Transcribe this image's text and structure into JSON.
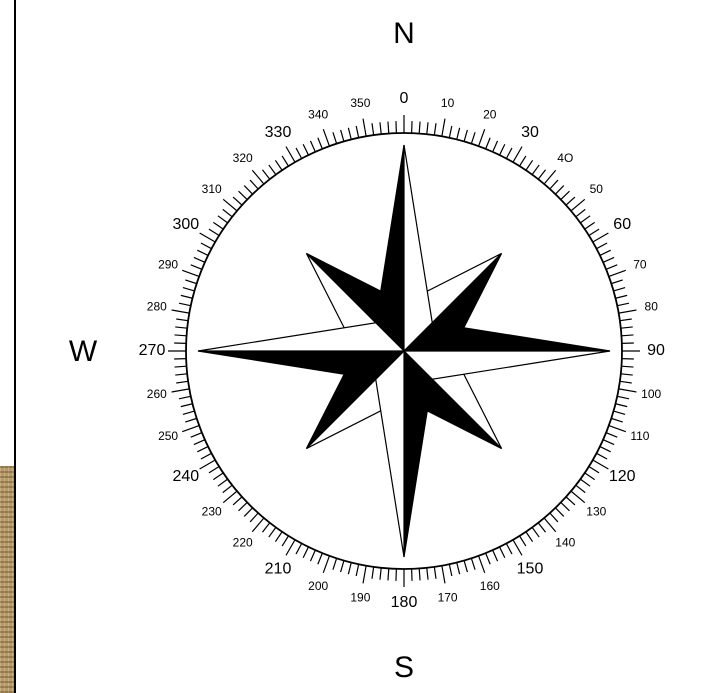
{
  "compass": {
    "cardinals": {
      "north": "N",
      "south": "S",
      "east": "",
      "west": "W"
    },
    "degree_labels": [
      {
        "deg": 0,
        "text": "0"
      },
      {
        "deg": 10,
        "text": "10"
      },
      {
        "deg": 20,
        "text": "20"
      },
      {
        "deg": 30,
        "text": "30"
      },
      {
        "deg": 40,
        "text": "4O"
      },
      {
        "deg": 50,
        "text": "50"
      },
      {
        "deg": 60,
        "text": "60"
      },
      {
        "deg": 70,
        "text": "70"
      },
      {
        "deg": 80,
        "text": "80"
      },
      {
        "deg": 90,
        "text": "90"
      },
      {
        "deg": 100,
        "text": "100"
      },
      {
        "deg": 110,
        "text": "110"
      },
      {
        "deg": 120,
        "text": "120"
      },
      {
        "deg": 130,
        "text": "130"
      },
      {
        "deg": 140,
        "text": "140"
      },
      {
        "deg": 150,
        "text": "150"
      },
      {
        "deg": 160,
        "text": "160"
      },
      {
        "deg": 170,
        "text": "170"
      },
      {
        "deg": 180,
        "text": "180"
      },
      {
        "deg": 190,
        "text": "190"
      },
      {
        "deg": 200,
        "text": "200"
      },
      {
        "deg": 210,
        "text": "210"
      },
      {
        "deg": 220,
        "text": "220"
      },
      {
        "deg": 230,
        "text": "230"
      },
      {
        "deg": 240,
        "text": "240"
      },
      {
        "deg": 250,
        "text": "250"
      },
      {
        "deg": 260,
        "text": "260"
      },
      {
        "deg": 270,
        "text": "270"
      },
      {
        "deg": 280,
        "text": "280"
      },
      {
        "deg": 290,
        "text": "290"
      },
      {
        "deg": 300,
        "text": "300"
      },
      {
        "deg": 310,
        "text": "310"
      },
      {
        "deg": 320,
        "text": "320"
      },
      {
        "deg": 330,
        "text": "330"
      },
      {
        "deg": 340,
        "text": "340"
      },
      {
        "deg": 350,
        "text": "350"
      }
    ],
    "colors": {
      "ink": "#000000",
      "paper": "#ffffff",
      "texture": "#b59a6c"
    }
  }
}
